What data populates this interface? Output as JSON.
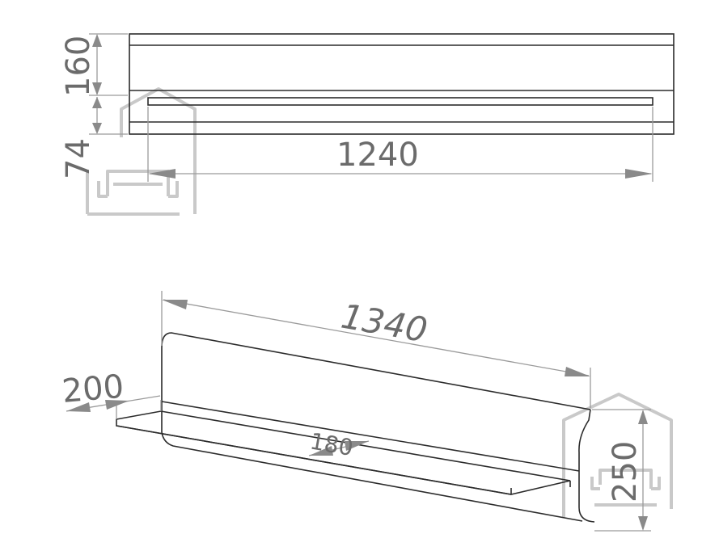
{
  "dimensions": {
    "front_height": "160",
    "front_lower": "74",
    "front_width": "1240",
    "total_width": "1340",
    "depth": "200",
    "inner_depth": "180",
    "side_height": "250"
  },
  "icons": {
    "watermark": "house-sofa-logo-icon"
  }
}
